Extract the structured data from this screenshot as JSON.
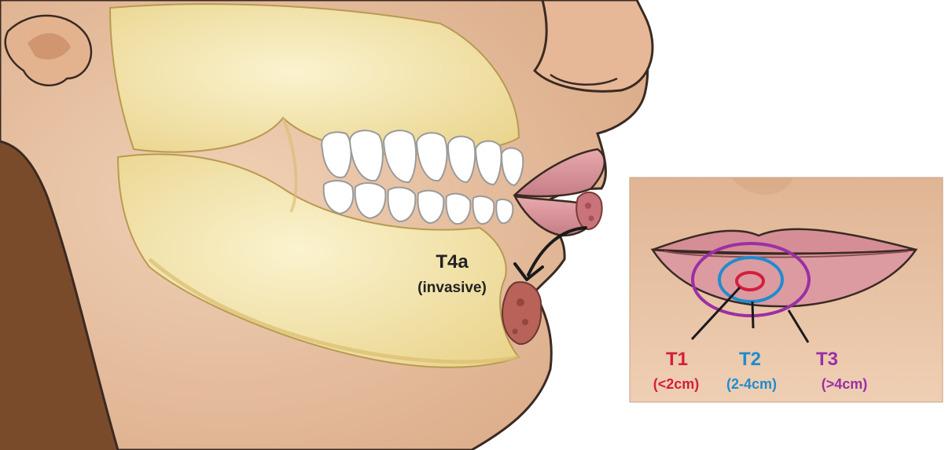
{
  "main_figure": {
    "label": "T4a",
    "sublabel": "(invasive)"
  },
  "inset": {
    "stages": [
      {
        "label": "T1",
        "size": "(<2cm)",
        "color": "#d21f3c"
      },
      {
        "label": "T2",
        "size": "(2-4cm)",
        "color": "#1f8ccf"
      },
      {
        "label": "T3",
        "size": "(>4cm)",
        "color": "#9b2fa6"
      }
    ]
  },
  "colors": {
    "skin": "#e9c2a2",
    "skin_shadow": "#d7a47f",
    "bone": "#f4e7b5",
    "bone_shadow": "#e6d08e",
    "lip": "#d8949a",
    "tumor": "#b75a52",
    "outline": "#3a2a22",
    "label": "#222222"
  }
}
